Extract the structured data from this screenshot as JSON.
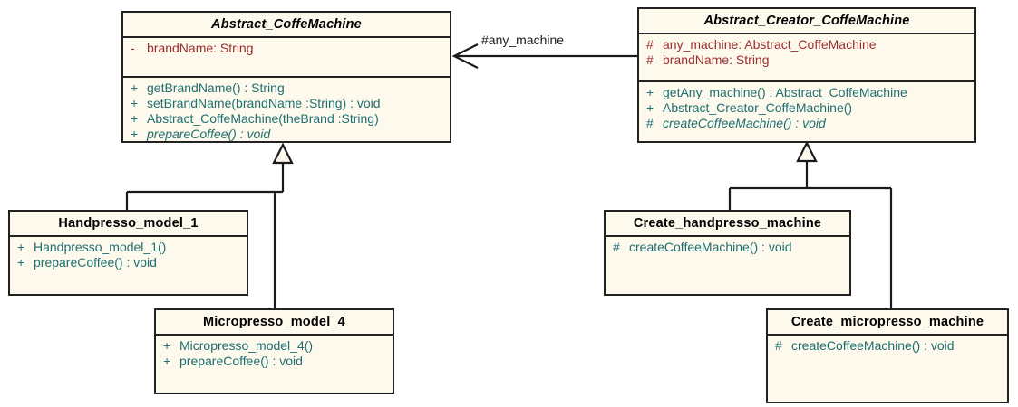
{
  "diagram": {
    "type": "uml-class-diagram",
    "background_color": "#ffffff",
    "class_fill_color": "#fdf9ec",
    "class_border_color": "#222222",
    "attribute_text_color": "#9b2d2d",
    "method_text_color": "#1f6f72",
    "title_text_color": "#000000"
  },
  "classes": {
    "abstract_coffe_machine": {
      "name": "Abstract_CoffeMachine",
      "attributes": [
        {
          "visibility": "-",
          "text": "brandName:  String"
        }
      ],
      "methods": [
        {
          "visibility": "+",
          "text": "getBrandName() : String"
        },
        {
          "visibility": "+",
          "text": "setBrandName(brandName :String) : void"
        },
        {
          "visibility": "+",
          "text": "Abstract_CoffeMachine(theBrand :String)"
        },
        {
          "visibility": "+",
          "text": "prepareCoffee() : void"
        }
      ]
    },
    "abstract_creator_coffe_machine": {
      "name": "Abstract_Creator_CoffeMachine",
      "attributes": [
        {
          "visibility": "#",
          "text": "any_machine:  Abstract_CoffeMachine"
        },
        {
          "visibility": "#",
          "text": "brandName:  String"
        }
      ],
      "methods": [
        {
          "visibility": "+",
          "text": "getAny_machine() : Abstract_CoffeMachine"
        },
        {
          "visibility": "+",
          "text": "Abstract_Creator_CoffeMachine()"
        },
        {
          "visibility": "#",
          "text": "createCoffeeMachine() : void"
        }
      ]
    },
    "handpresso_model_1": {
      "name": "Handpresso_model_1",
      "methods": [
        {
          "visibility": "+",
          "text": "Handpresso_model_1()"
        },
        {
          "visibility": "+",
          "text": "prepareCoffee() : void"
        }
      ]
    },
    "micropresso_model_4": {
      "name": "Micropresso_model_4",
      "methods": [
        {
          "visibility": "+",
          "text": "Micropresso_model_4()"
        },
        {
          "visibility": "+",
          "text": "prepareCoffee() : void"
        }
      ]
    },
    "create_handpresso_machine": {
      "name": "Create_handpresso_machine",
      "methods": [
        {
          "visibility": "#",
          "text": "createCoffeeMachine() : void"
        }
      ]
    },
    "create_micropresso_machine": {
      "name": "Create_micropresso_machine",
      "methods": [
        {
          "visibility": "#",
          "text": "createCoffeeMachine() : void"
        }
      ]
    }
  },
  "relationships": {
    "association_label": "#any_machine"
  }
}
